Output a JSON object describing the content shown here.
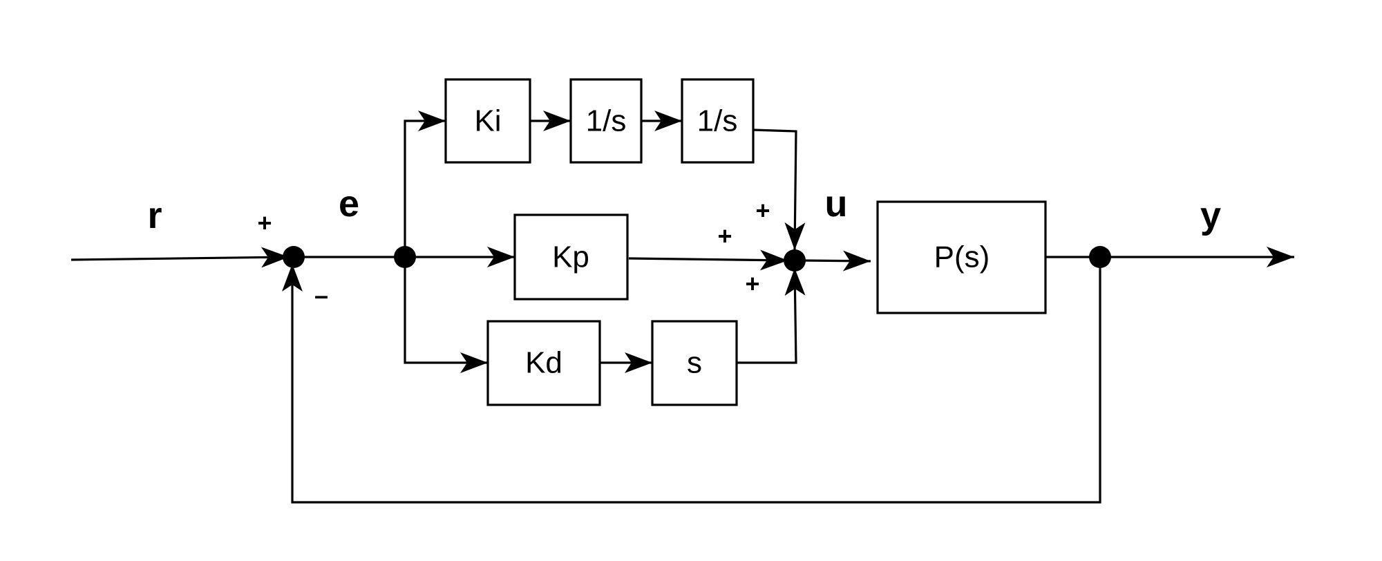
{
  "blocks": {
    "ki": "Ki",
    "int1": "1/s",
    "int2": "1/s",
    "kp": "Kp",
    "kd": "Kd",
    "deriv": "s",
    "plant": "P(s)"
  },
  "signals": {
    "reference": "r",
    "error": "e",
    "control": "u",
    "output": "y"
  },
  "signs": {
    "error_sum_plus": "+",
    "error_sum_minus": "–",
    "control_sum_integral": "+",
    "control_sum_proportional": "+",
    "control_sum_derivative": "+"
  }
}
